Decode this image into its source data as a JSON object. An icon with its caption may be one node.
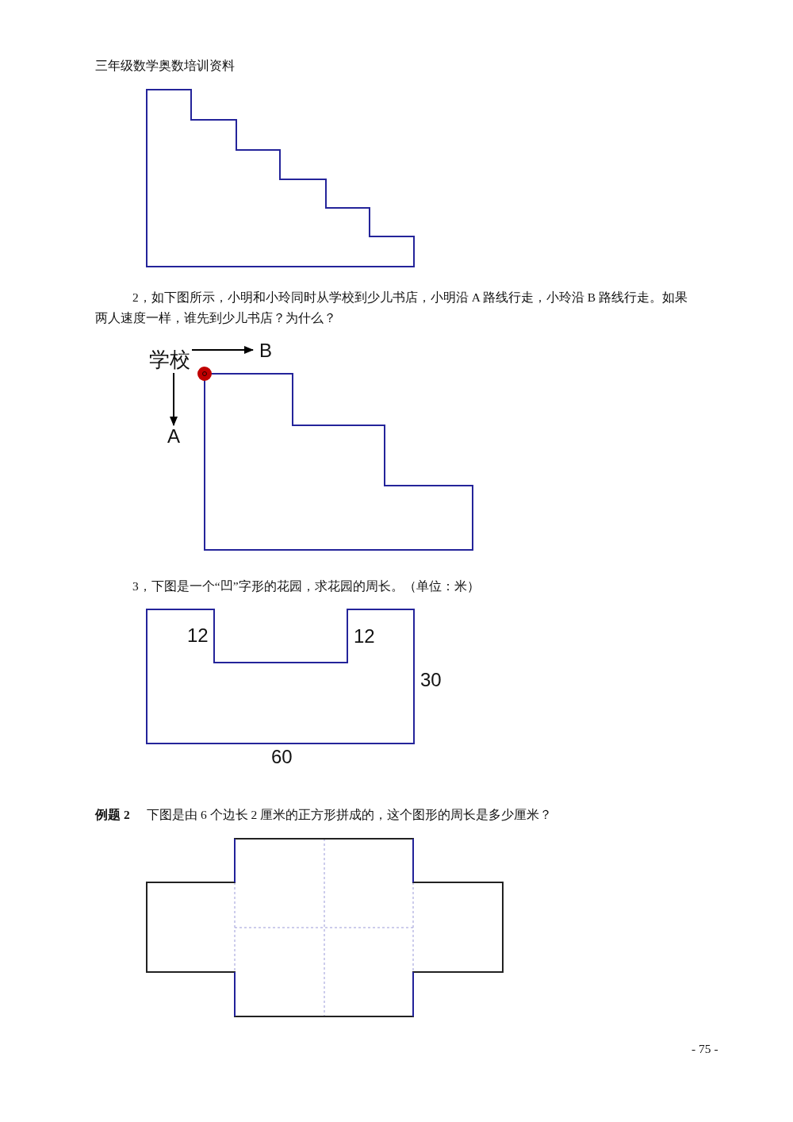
{
  "diagram": {
    "nodes": [
      {
        "text": [
          "学校"
        ]
      },
      {
        "text": [
          "A"
        ]
      },
      {
        "text": [
          "B"
        ]
      }
    ],
    "edges": [
      {
        "from": 0,
        "to": 1,
        "arrow": "to"
      },
      {
        "from": 0,
        "to": 2,
        "arrow": "to"
      }
    ],
    "labels": [
      "三年级数学奥数培训资料",
      "2，如下图所示，小明和小玲同时从学校到少儿书店，小明沿 A 路线行走，小玲沿 B 路线行走。如果两人速度一样，谁先到少儿书店？为什么？",
      "3，下图是一个“凹”字形的花园，求花园的周长。（单位：米）",
      "12",
      "12",
      "30",
      "60",
      "例题 2",
      "下图是由 6 个边长 2 厘米的正方形拼成的，这个图形的周长是多少厘米？",
      "- 75 -"
    ]
  }
}
